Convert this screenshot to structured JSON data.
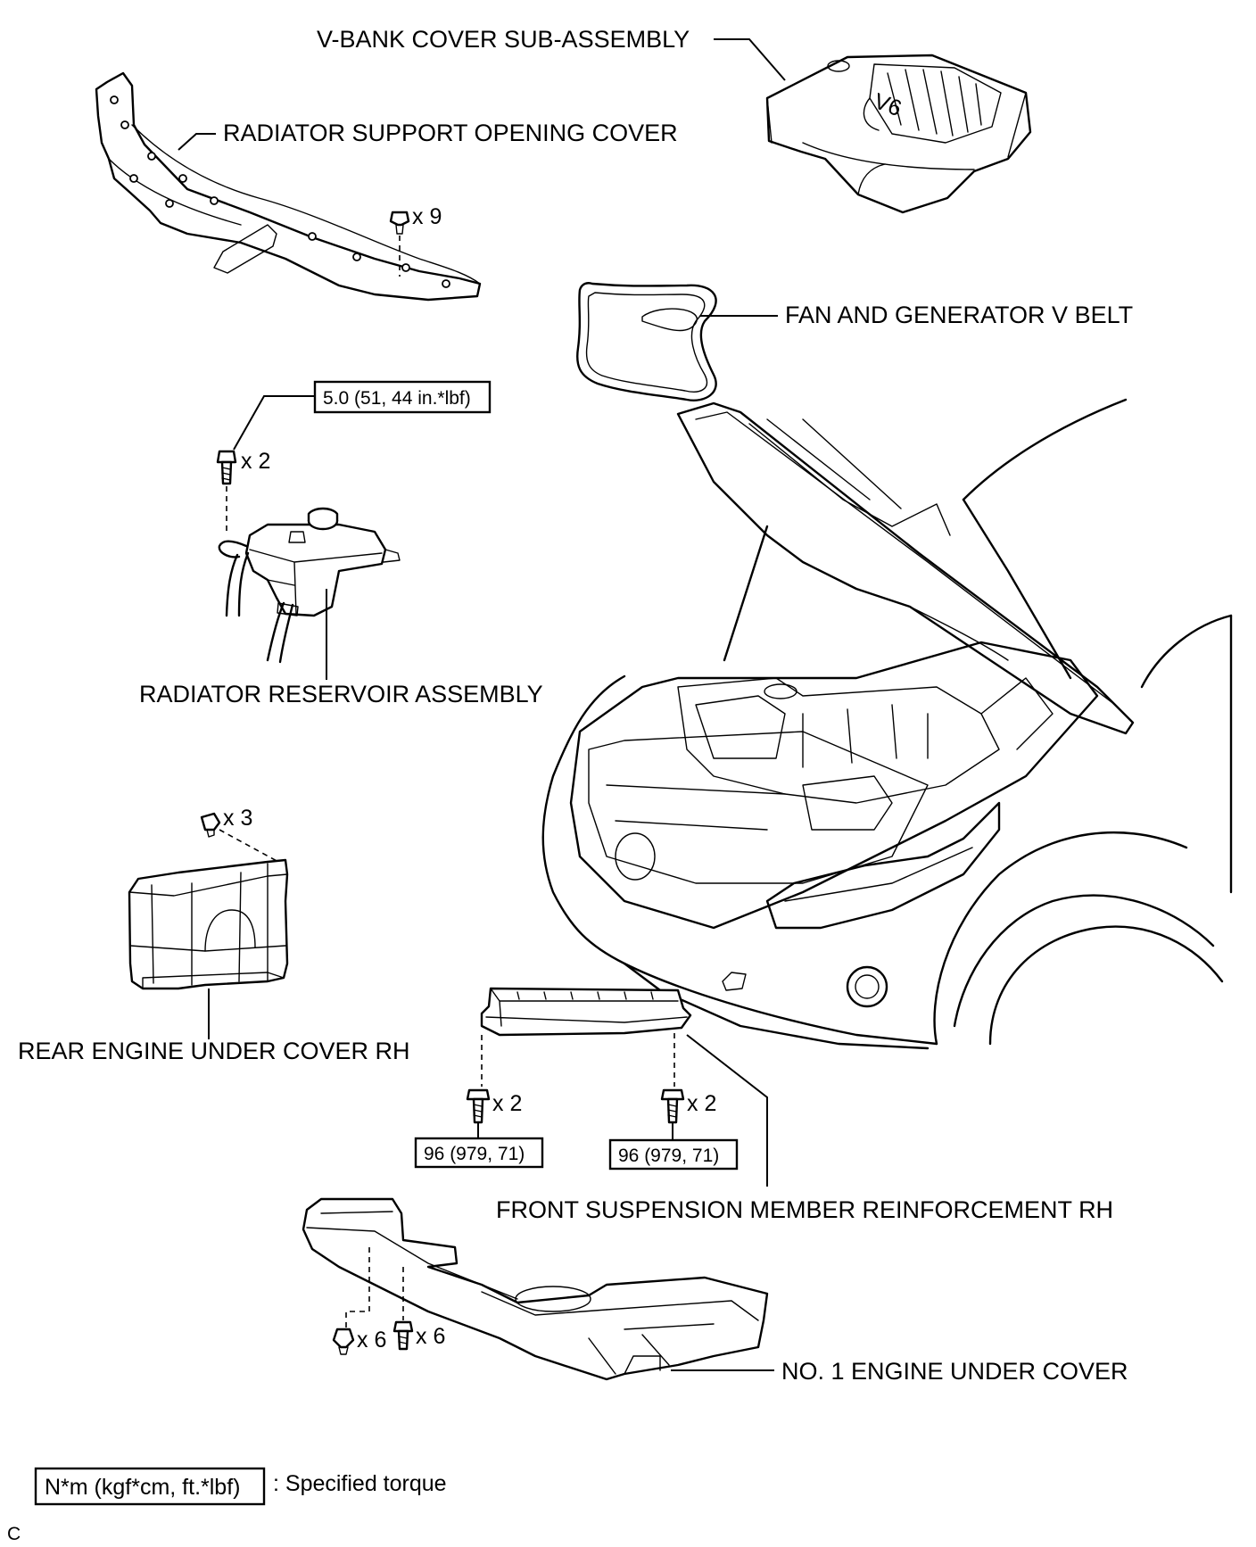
{
  "labels": {
    "v_bank_cover": "V-BANK COVER SUB-ASSEMBLY",
    "radiator_support_cover": "RADIATOR SUPPORT OPENING COVER",
    "fan_belt": "FAN AND GENERATOR V BELT",
    "radiator_reservoir": "RADIATOR RESERVOIR ASSEMBLY",
    "rear_under_cover": "REAR ENGINE UNDER COVER RH",
    "front_susp_reinf": "FRONT SUSPENSION MEMBER REINFORCEMENT RH",
    "no1_under_cover": "NO. 1 ENGINE UNDER COVER"
  },
  "quantities": {
    "clip_support_cover": "x 9",
    "bolt_reservoir": "x 2",
    "clip_rear_cover": "x 3",
    "bolt_reinf_left": "x 2",
    "bolt_reinf_right": "x 2",
    "clip_under_cover_a": "x 6",
    "clip_under_cover_b": "x 6"
  },
  "torques": {
    "reservoir": "5.0 (51, 44 in.*lbf)",
    "reinf_left": "96 (979, 71)",
    "reinf_right": "96 (979, 71)"
  },
  "engine_cover_badge": "V6",
  "legend": {
    "box_text": "N*m (kgf*cm, ft.*lbf)",
    "description": ": Specified torque"
  },
  "figure_code": "C"
}
